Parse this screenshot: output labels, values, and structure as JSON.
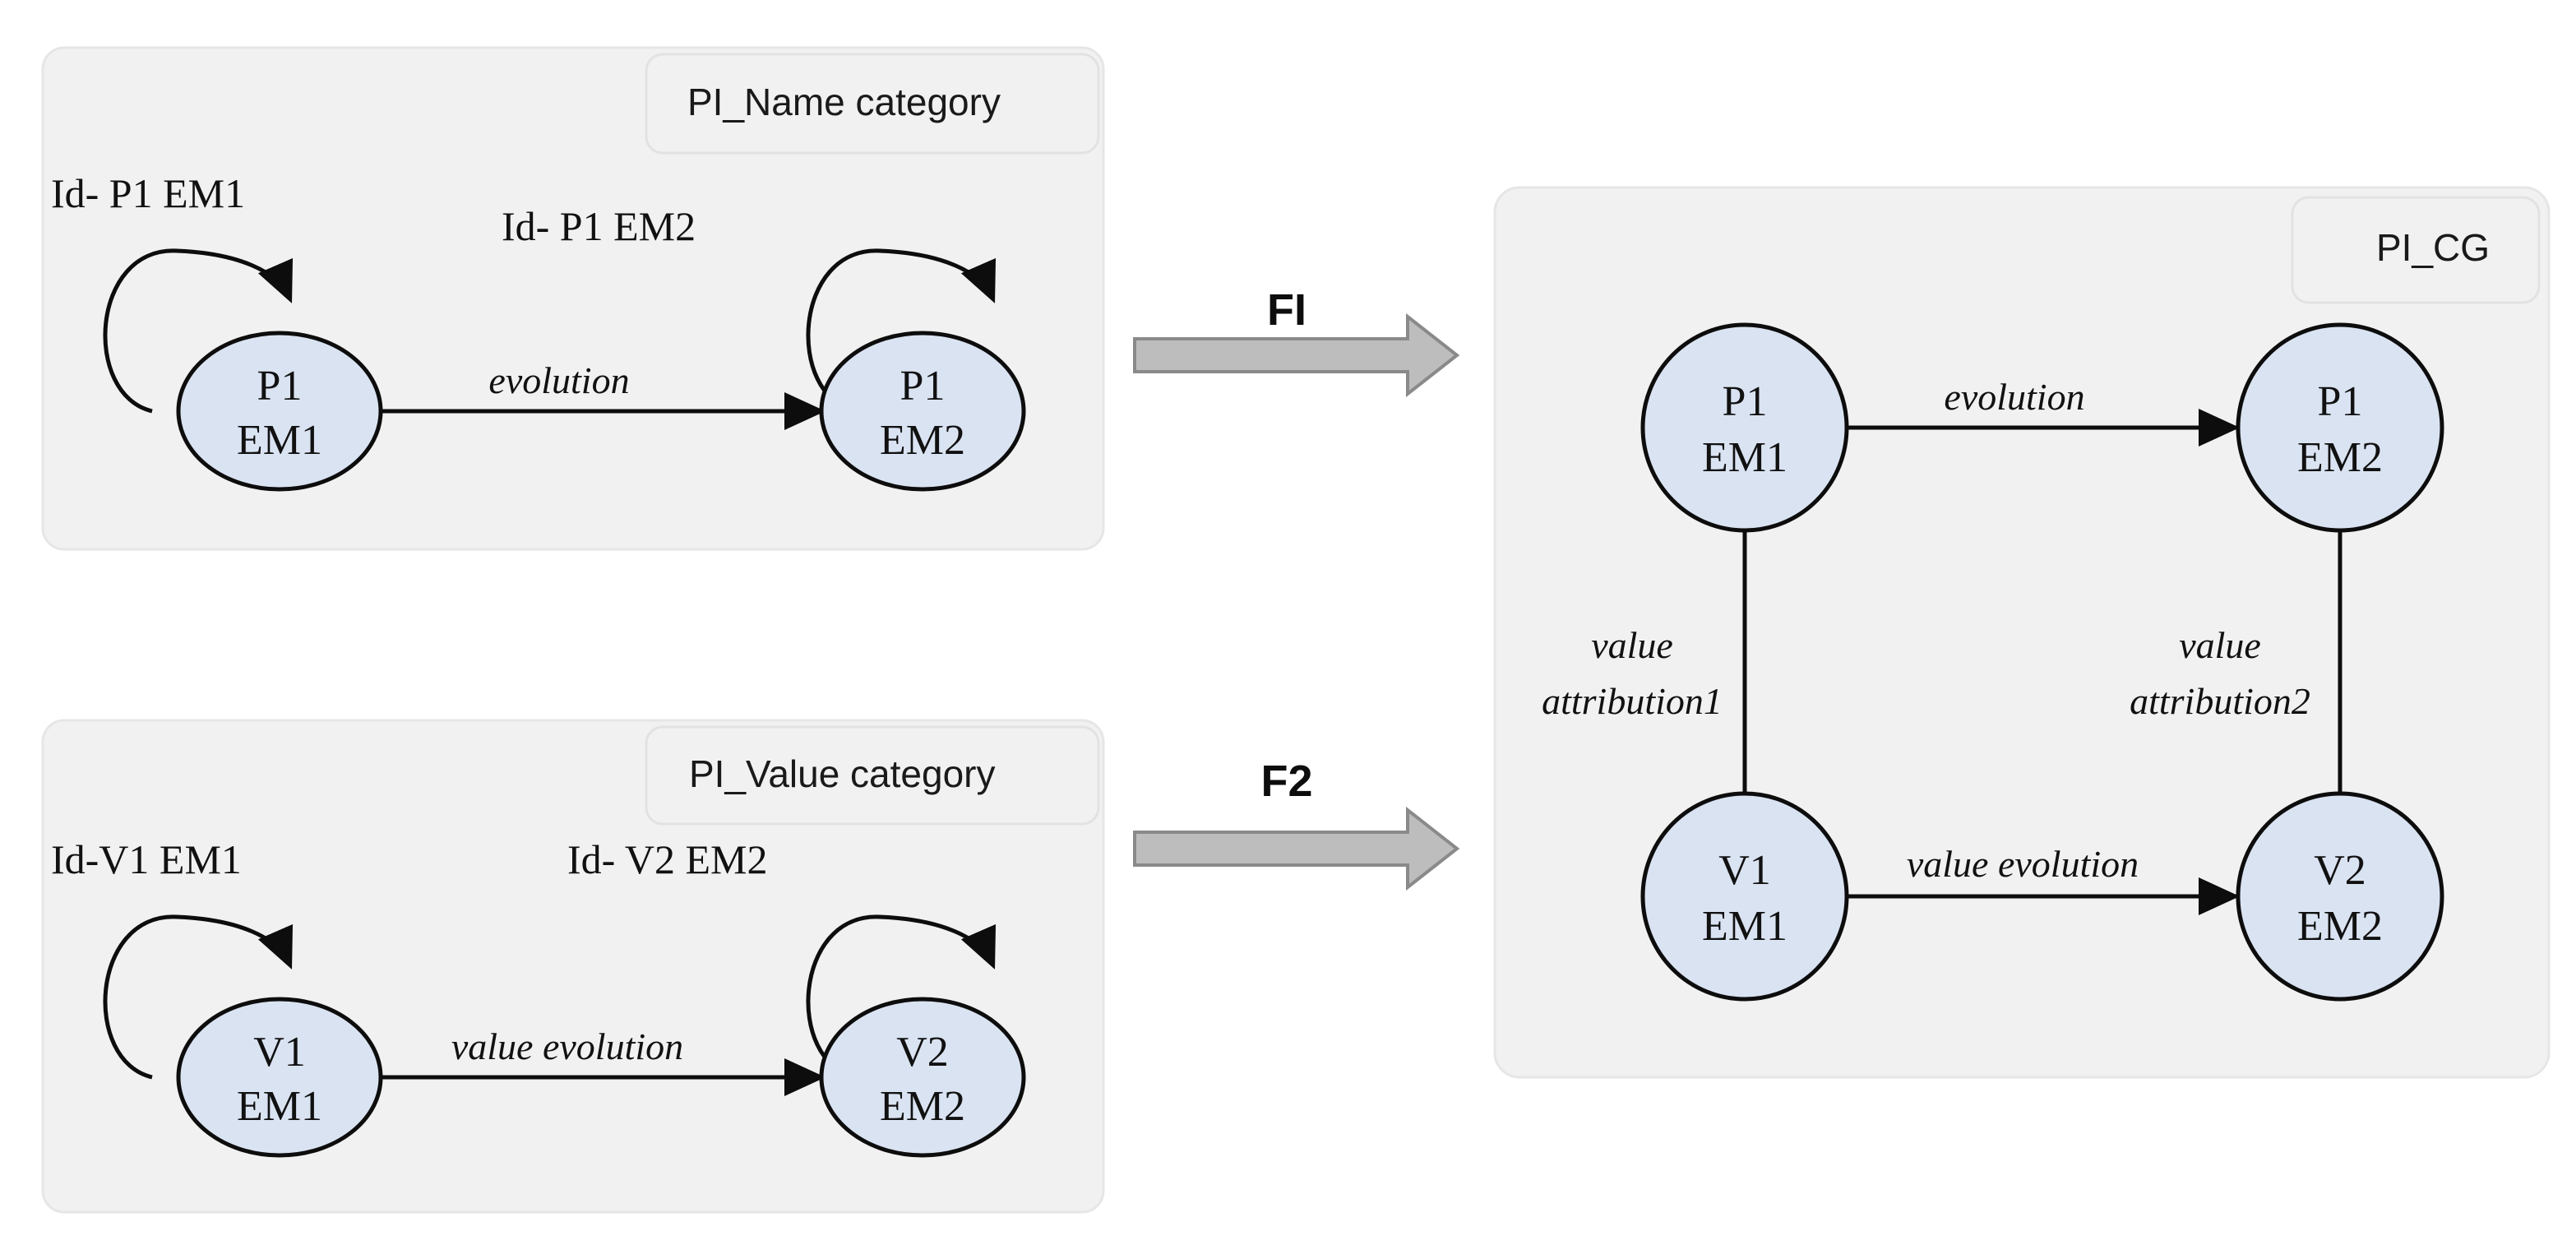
{
  "colors": {
    "page_background": "#ffffff",
    "panel_background": "#f1f1f1",
    "panel_border": "#e6e6e6",
    "node_fill": "#dae3f2",
    "node_stroke": "#0d0d0d",
    "edge_stroke": "#0d0d0d",
    "functor_arrow_fill": "#bdbdbd",
    "functor_arrow_stroke": "#8a8a8a",
    "text": "#111111"
  },
  "panels": {
    "name_category": {
      "tag": "PI_Name category",
      "nodes": [
        {
          "id": "p1em1",
          "line1": "P1",
          "line2": "EM1"
        },
        {
          "id": "p1em2",
          "line1": "P1",
          "line2": "EM2"
        }
      ],
      "self_loops": [
        {
          "id": "loop-p1em1",
          "label": "Id- P1 EM1"
        },
        {
          "id": "loop-p1em2",
          "label": "Id- P1 EM2"
        }
      ],
      "edges": [
        {
          "id": "evolution",
          "label": "evolution",
          "from": "P1 EM1",
          "to": "P1 EM2"
        }
      ]
    },
    "value_category": {
      "tag": "PI_Value category",
      "nodes": [
        {
          "id": "v1em1",
          "line1": "V1",
          "line2": "EM1"
        },
        {
          "id": "v2em2",
          "line1": "V2",
          "line2": "EM2"
        }
      ],
      "self_loops": [
        {
          "id": "loop-v1em1",
          "label": "Id-V1 EM1"
        },
        {
          "id": "loop-v2em2",
          "label": "Id- V2 EM2"
        }
      ],
      "edges": [
        {
          "id": "value-evolution",
          "label": "value evolution",
          "from": "V1 EM1",
          "to": "V2 EM2"
        }
      ]
    },
    "cg": {
      "tag": "PI_CG",
      "nodes": [
        {
          "id": "cg-p1em1",
          "line1": "P1",
          "line2": "EM1"
        },
        {
          "id": "cg-p1em2",
          "line1": "P1",
          "line2": "EM2"
        },
        {
          "id": "cg-v1em1",
          "line1": "V1",
          "line2": "EM1"
        },
        {
          "id": "cg-v2em2",
          "line1": "V2",
          "line2": "EM2"
        }
      ],
      "edges": [
        {
          "id": "cg-evolution",
          "label": "evolution",
          "from": "P1 EM1",
          "to": "P1 EM2"
        },
        {
          "id": "cg-value-attr1",
          "label_line1": "value",
          "label_line2": "attribution1",
          "from": "P1 EM1",
          "to": "V1 EM1"
        },
        {
          "id": "cg-value-attr2",
          "label_line1": "value",
          "label_line2": "attribution2",
          "from": "P1 EM2",
          "to": "V2 EM2"
        },
        {
          "id": "cg-value-evolution",
          "label": "value evolution",
          "from": "V1 EM1",
          "to": "V2 EM2"
        }
      ]
    }
  },
  "functors": [
    {
      "id": "f1",
      "label": "FI",
      "from": "PI_Name category",
      "to": "PI_CG"
    },
    {
      "id": "f2",
      "label": "F2",
      "from": "PI_Value category",
      "to": "PI_CG"
    }
  ]
}
